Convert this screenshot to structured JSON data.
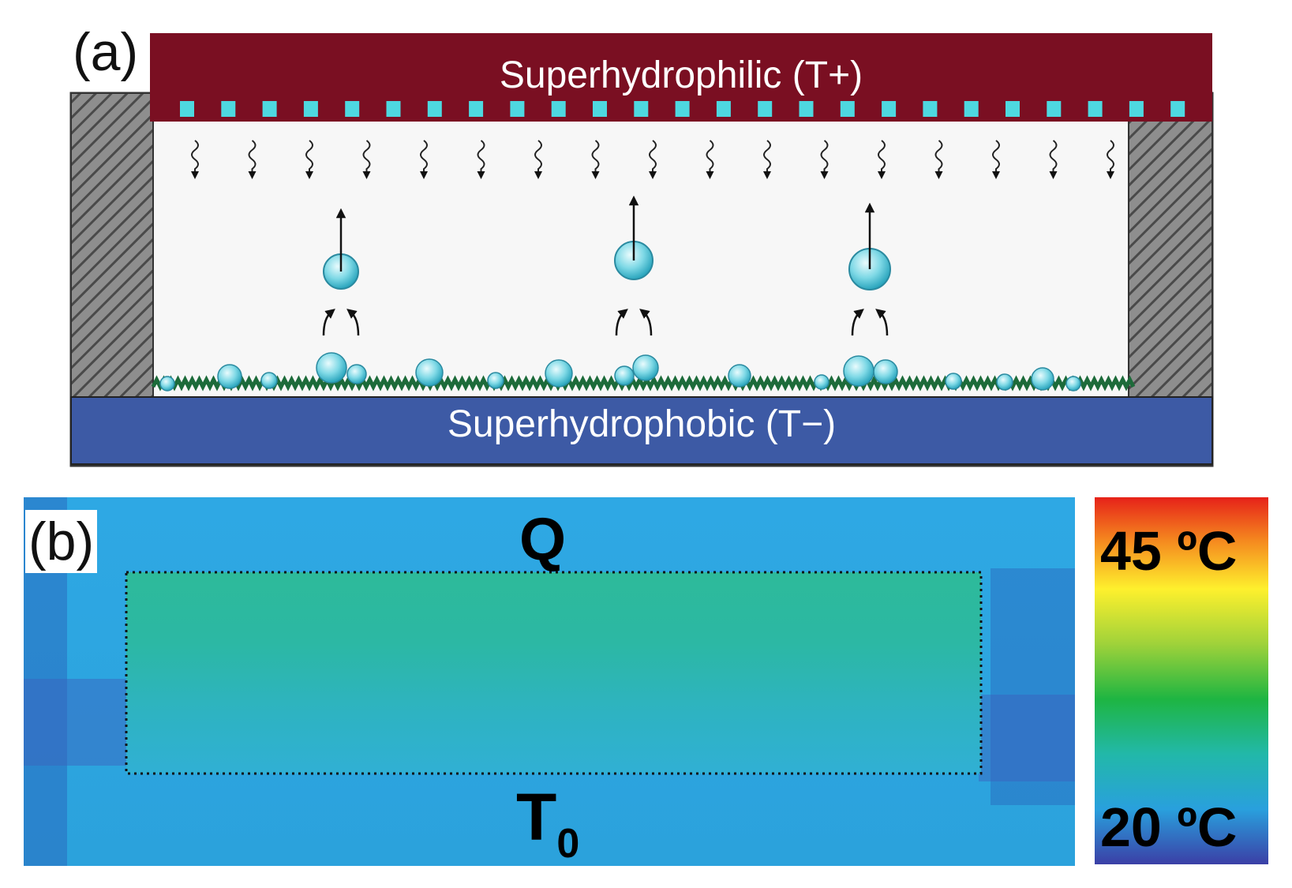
{
  "panel_a": {
    "label": "(a)",
    "top_plate_label": "Superhydrophilic (T+)",
    "bottom_plate_label": "Superhydrophobic (T−)",
    "colors": {
      "top_plate": "#7a0f22",
      "bottom_plate": "#3d5aa5",
      "teeth": "#4ed8e0",
      "droplet": "#5cc9dc",
      "rough_surface": "#1d6b3a",
      "wall_hatch": "#555555"
    }
  },
  "panel_b": {
    "label": "(b)",
    "top_label": "Q",
    "bottom_label_main": "T",
    "bottom_label_sub": "0",
    "colorbar": {
      "max_label": "45 ºC",
      "min_label": "20 ºC",
      "max_value": 45,
      "min_value": 20,
      "colors": [
        "#e62219",
        "#f58a1f",
        "#fef02d",
        "#9fd23a",
        "#1eb542",
        "#22b8a9",
        "#29a0dd",
        "#3b3fa6"
      ]
    },
    "colors": {
      "background": "#2fa5e2",
      "region_top": "#2ab89c",
      "region_bottom": "#2fb2d2"
    }
  }
}
